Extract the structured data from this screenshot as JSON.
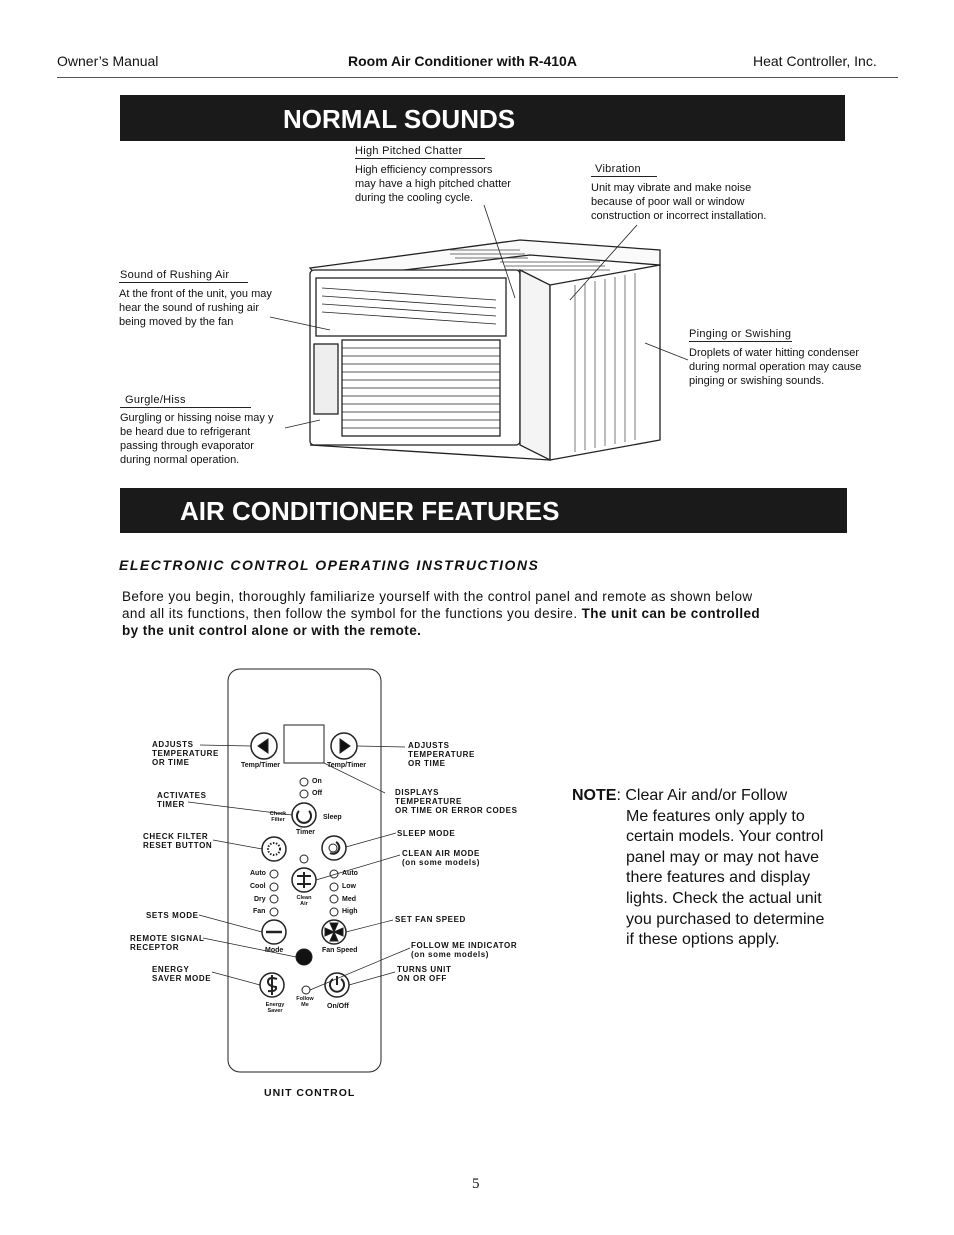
{
  "header": {
    "left": "Owner’s Manual",
    "center": "Room Air Conditioner with R-410A",
    "right": "Heat Controller, Inc."
  },
  "normal_sounds": {
    "title": "NORMAL SOUNDS",
    "chatter": {
      "title": "High Pitched Chatter",
      "lines": [
        "High efficiency compressors",
        "may have a high pitched chatter",
        "during the cooling cycle."
      ]
    },
    "vibration": {
      "title": "Vibration",
      "lines": [
        "Unit may vibrate and make noise",
        "because of poor wall or window",
        "construction or incorrect installation."
      ]
    },
    "rushing": {
      "title": "Sound of Rushing Air",
      "lines": [
        "At the front of the unit, you may",
        "hear the sound of rushing air",
        "being moved by the fan"
      ]
    },
    "pinging": {
      "title": "Pinging or Swishing",
      "lines": [
        "Droplets of water hitting condenser",
        "during normal operation may cause",
        "pinging or swishing sounds."
      ]
    },
    "gurgle": {
      "title": "Gurgle/Hiss",
      "lines": [
        "Gurgling or hissing noise may y",
        "be heard due to refrigerant",
        "passing through evaporator",
        "during normal operation."
      ]
    }
  },
  "features": {
    "title": "AIR CONDITIONER FEATURES",
    "subtitle": "ELECTRONIC CONTROL OPERATING INSTRUCTIONS",
    "intro_line1": "Before you begin, thoroughly familiarize yourself with the control panel and remote as shown below",
    "intro_line2": "and all its functions, then follow the symbol for the functions you desire.",
    "intro_bold_a": "The unit can be controlled",
    "intro_bold_b": "by the unit control alone or with the remote."
  },
  "panel": {
    "caption": "UNIT CONTROL",
    "temp_timer_left": "Temp/Timer",
    "temp_timer_right": "Temp/Timer",
    "on": "On",
    "off": "Off",
    "check_filter": "Check Filter",
    "timer": "Timer",
    "sleep": "Sleep",
    "auto_l": "Auto",
    "cool": "Cool",
    "dry": "Dry",
    "fan": "Fan",
    "clean_air": "Clean Air",
    "auto_r": "Auto",
    "low": "Low",
    "med": "Med",
    "high": "High",
    "mode": "Mode",
    "fan_speed": "Fan Speed",
    "energy_saver": "Energy Saver",
    "follow_me": "Follow Me",
    "on_off": "On/Off"
  },
  "callouts": {
    "adjust_left": [
      "ADJUSTS",
      "TEMPERATURE",
      "OR TIME"
    ],
    "adjust_right": [
      "ADJUSTS",
      "TEMPERATURE",
      "OR TIME"
    ],
    "displays": [
      "DISPLAYS",
      "TEMPERATURE",
      "OR TIME OR ERROR CODES"
    ],
    "activates": [
      "ACTIVATES",
      "TIMER"
    ],
    "check_filter": [
      "CHECK FILTER",
      "RESET BUTTON"
    ],
    "sleep": [
      "SLEEP MODE"
    ],
    "clean_air": [
      "CLEAN AIR MODE",
      "(on some models)"
    ],
    "sets_mode": [
      "SETS MODE"
    ],
    "fan_speed": [
      "SET FAN SPEED"
    ],
    "remote": [
      "REMOTE SIGNAL",
      "RECEPTOR"
    ],
    "follow_me": [
      "FOLLOW ME INDICATOR",
      "(on some models)"
    ],
    "energy": [
      "ENERGY",
      "SAVER MODE"
    ],
    "turns": [
      "TURNS UNIT",
      "ON OR OFF"
    ]
  },
  "note": {
    "label": "NOTE",
    "first": ": Clear Air and/or Follow",
    "lines": [
      "Me features only apply to",
      "certain models. Your control",
      "panel may or may not have",
      "there features and display",
      "lights. Check the actual unit",
      "you purchased to determine",
      "if these options apply."
    ]
  },
  "page_number": "5"
}
